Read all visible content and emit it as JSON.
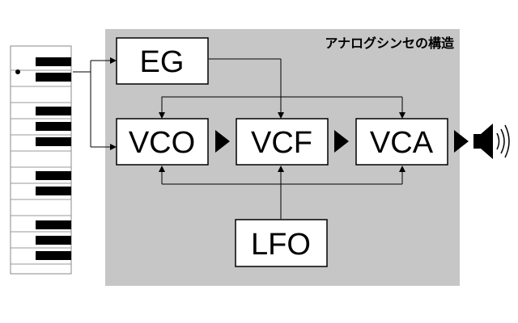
{
  "diagram": {
    "title": "アナログシンセの構造",
    "blocks": {
      "eg": "EG",
      "vco": "VCO",
      "vcf": "VCF",
      "vca": "VCA",
      "lfo": "LFO"
    },
    "icons": {
      "keyboard": "keyboard-icon",
      "speaker": "speaker-icon"
    },
    "colors": {
      "panel": "#c6c6c6",
      "box_fill": "#ffffff",
      "line": "#000000"
    }
  }
}
